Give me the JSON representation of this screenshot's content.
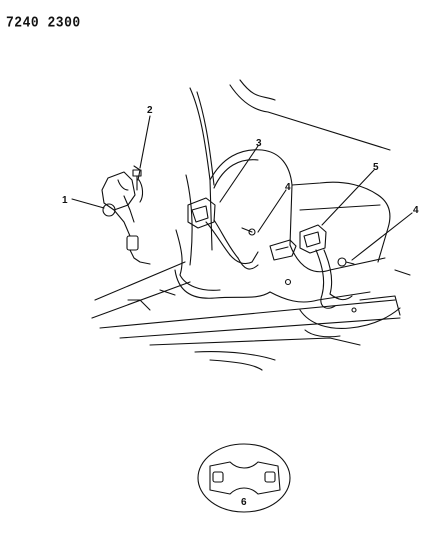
{
  "diagram": {
    "code": "7240 2300",
    "callouts": [
      "1",
      "2",
      "3",
      "4",
      "5",
      "4",
      "6"
    ]
  }
}
